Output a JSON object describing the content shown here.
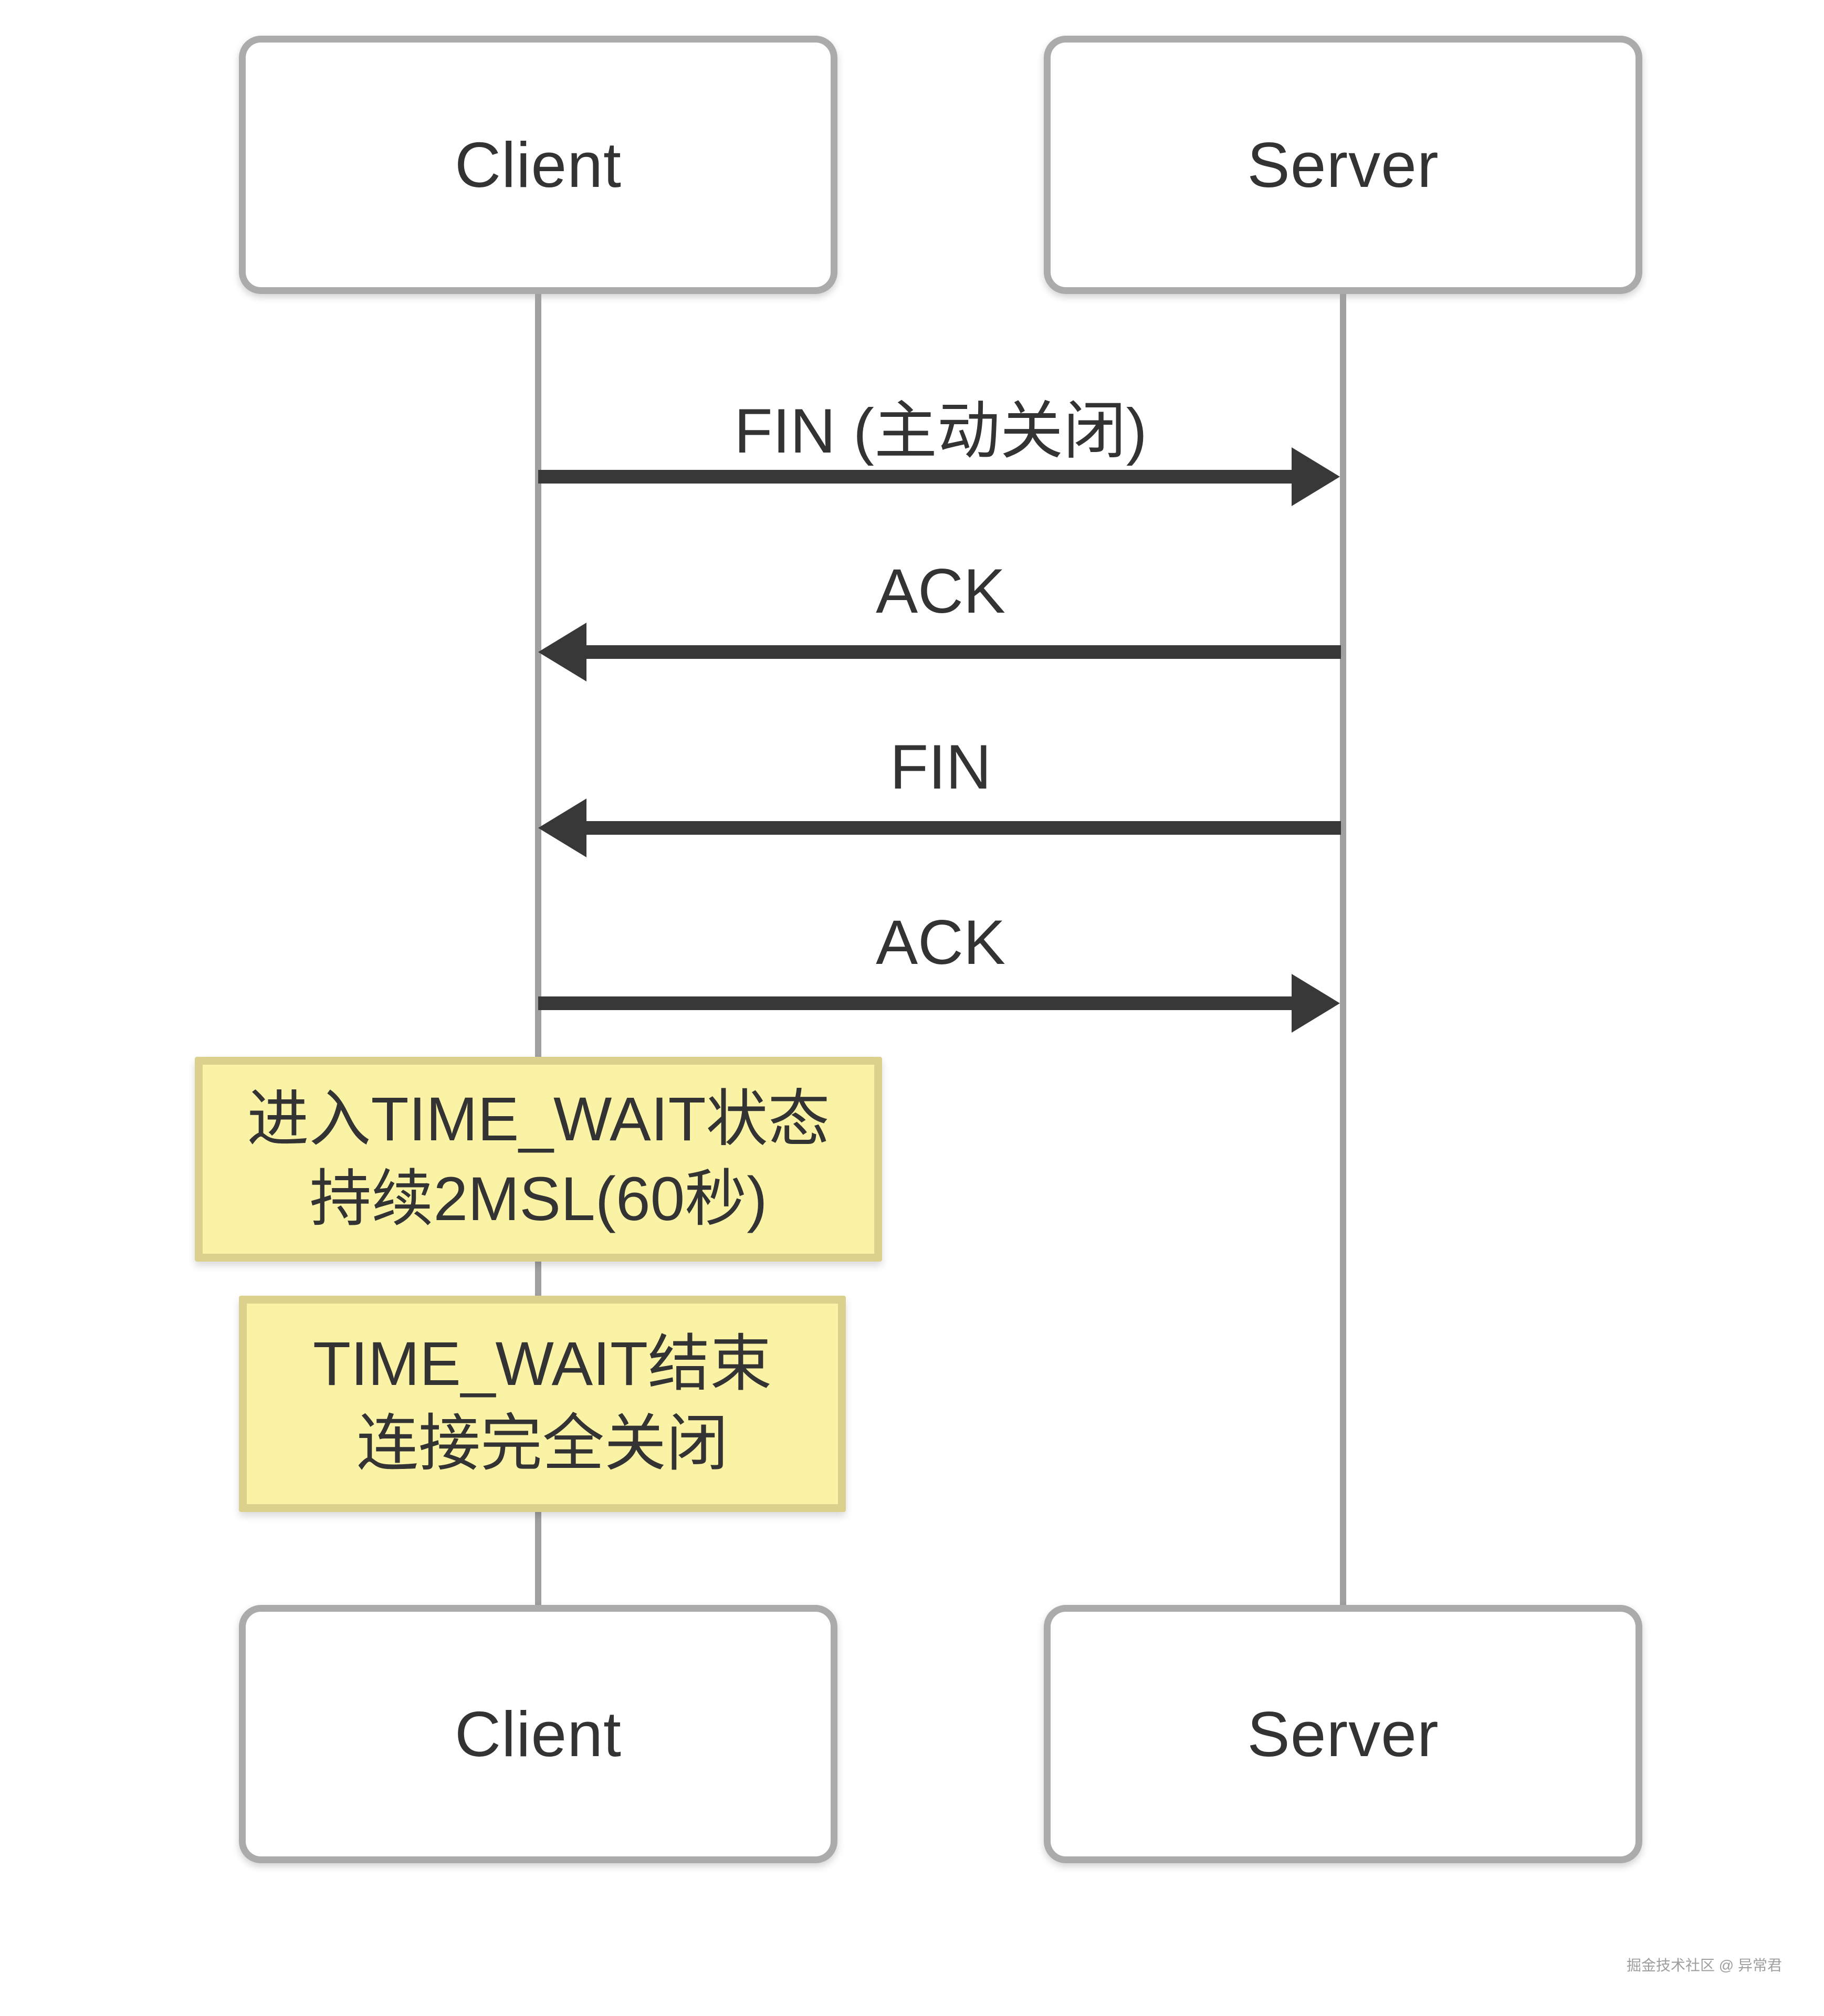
{
  "diagram": {
    "type": "sequence-diagram",
    "topic": "TCP connection close (four-way handshake) with TIME_WAIT",
    "actors": {
      "top": [
        {
          "label": "Client"
        },
        {
          "label": "Server"
        }
      ],
      "bottom": [
        {
          "label": "Client"
        },
        {
          "label": "Server"
        }
      ]
    },
    "messages": [
      {
        "label": "FIN (主动关闭)",
        "from": "Client",
        "to": "Server",
        "direction": "right"
      },
      {
        "label": "ACK",
        "from": "Server",
        "to": "Client",
        "direction": "left"
      },
      {
        "label": "FIN",
        "from": "Server",
        "to": "Client",
        "direction": "left"
      },
      {
        "label": "ACK",
        "from": "Client",
        "to": "Server",
        "direction": "right"
      }
    ],
    "notes": [
      {
        "anchor": "Client",
        "lines": [
          "进入TIME_WAIT状态",
          "持续2MSL(60秒)"
        ]
      },
      {
        "anchor": "Client",
        "lines": [
          "TIME_WAIT结束",
          "连接完全关闭"
        ]
      }
    ],
    "watermark": "掘金技术社区 @ 异常君",
    "colors": {
      "background": "#ffffff",
      "actor_border": "#ababab",
      "actor_text": "#333333",
      "lifeline": "#a0a0a0",
      "arrow": "#383838",
      "message_text": "#333333",
      "note_fill": "#faf3a5",
      "note_border": "#dcd18c",
      "note_text": "#333333",
      "watermark_text": "#9e9e9e"
    }
  }
}
